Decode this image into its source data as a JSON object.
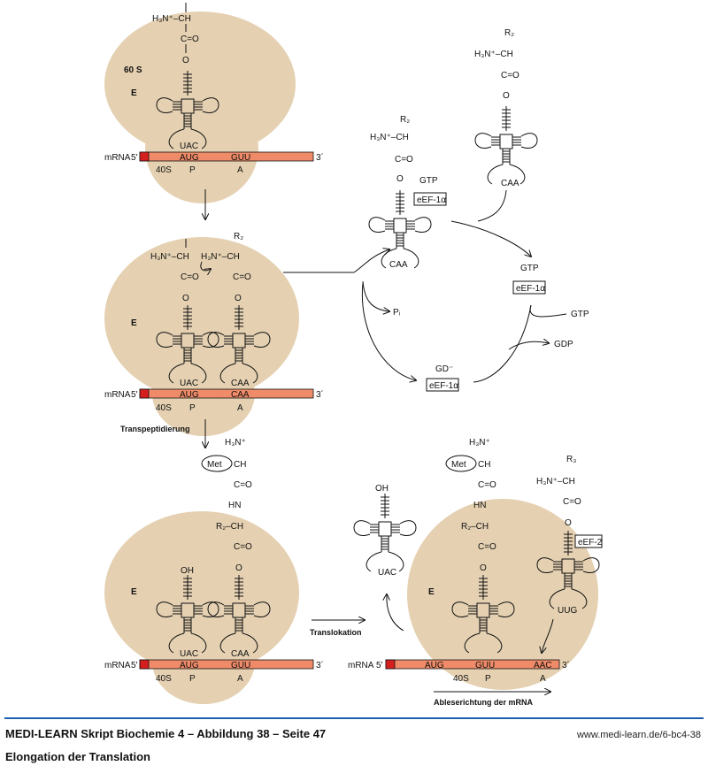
{
  "colors": {
    "ribosome": "#e5d1b2",
    "mrna": "#ef8b68",
    "cap": "#d51f1f",
    "rule": "#1d5fae"
  },
  "chem": {
    "h3n": "H₃N⁺–CH",
    "h3n_only": "H₃N⁺",
    "ch": "CH",
    "co": "C=O",
    "o": "O",
    "hn": "HN",
    "r2ch": "R₂–CH",
    "r2": "R₂",
    "r3": "R₃",
    "oh": "OH",
    "met": "Met"
  },
  "panel1": {
    "sub60": "60 S",
    "e": "E",
    "anticodon": "UAC",
    "mrna": "mRNA",
    "five": "5'",
    "three": "3´",
    "codon1": "AUG",
    "codon2": "GUU",
    "sub40": "40S",
    "p": "P",
    "a": "A"
  },
  "panel2": {
    "e": "E",
    "anticodon1": "UAC",
    "anticodon2": "CAA",
    "mrna": "mRNA",
    "five": "5'",
    "three": "3´",
    "codon1": "AUG",
    "codon2": "CAA",
    "sub40": "40S",
    "p": "P",
    "a": "A",
    "step": "Transpeptidierung"
  },
  "panel3": {
    "e": "E",
    "anticodon1": "UAC",
    "anticodon2": "CAA",
    "mrna": "mRNA",
    "five": "5'",
    "three": "3´",
    "codon1": "AUG",
    "codon2": "GUU",
    "sub40": "40S",
    "p": "P",
    "a": "A",
    "step": "Translokation"
  },
  "panel4": {
    "e": "E",
    "free_anticodon": "UAC",
    "anticodon3": "UUG",
    "factor": "eEF-2",
    "mrna": "mRNA",
    "five": "5'",
    "three": "3´",
    "codon1": "AUG",
    "codon2": "GUU",
    "codon3": "AAC",
    "sub40": "40S",
    "p": "P",
    "a": "A",
    "direction": "Ableserichtung der mRNA"
  },
  "cycle": {
    "gtp": "GTP",
    "factor": "eEF-1α",
    "anticodon": "CAA",
    "pi": "Pᵢ",
    "gdp": "GDP",
    "gd": "GD⁻"
  },
  "footer": {
    "title": "MEDI-LEARN Skript Biochemie 4 – Abbildung 38 – Seite 47",
    "url": "www.medi-learn.de/6-bc4-38",
    "subtitle": "Elongation der Translation"
  }
}
